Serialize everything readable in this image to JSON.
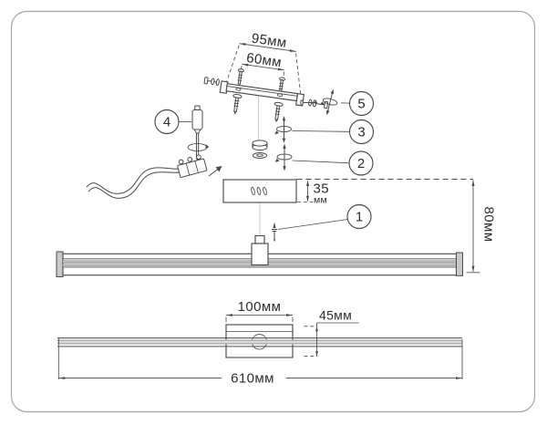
{
  "figure": {
    "type": "assembly-diagram",
    "subject": "wall picture light mounting instructions",
    "units": "мм",
    "dimensions": {
      "bracket_outer": "95мм",
      "bracket_holes": "60мм",
      "canopy_depth_value": "35",
      "canopy_depth_unit": "мм",
      "mount_height": "80мм",
      "canopy_width": "100мм",
      "canopy_height": "45мм",
      "fixture_length": "610мм"
    },
    "callouts": {
      "c1": "1",
      "c2": "2",
      "c3": "3",
      "c4": "4",
      "c5": "5"
    },
    "colors": {
      "line": "#4a4a4a",
      "metal_gray": "#b3b3b3",
      "end_cap_gray": "#c9c9c9",
      "frame_border": "#a6a6a6",
      "background": "#ffffff"
    }
  }
}
